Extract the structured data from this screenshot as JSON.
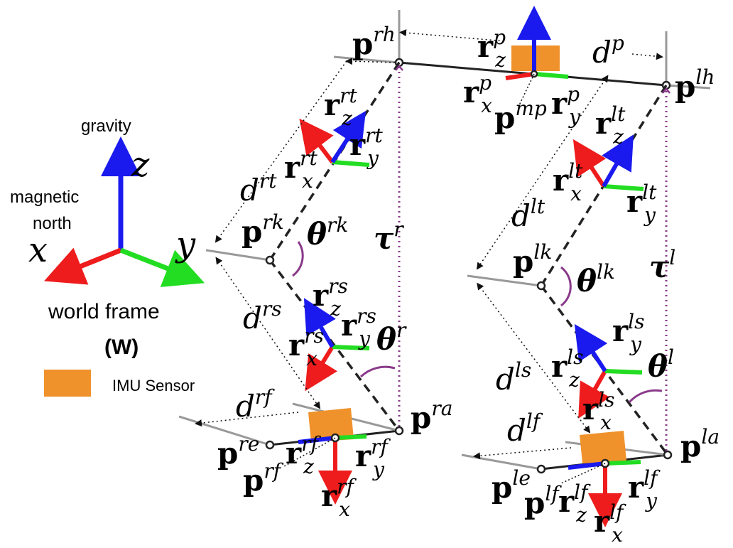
{
  "world_frame": {
    "gravity_label": "gravity",
    "north_label_line1": "magnetic",
    "north_label_line2": "north",
    "axis_z": "z",
    "axis_x": "x",
    "axis_y": "y",
    "title": "world frame",
    "symbol": "(W)"
  },
  "legend": {
    "imu_label": "IMU Sensor",
    "imu_color": "#f0922b"
  },
  "colors": {
    "x_axis": "#ee1c1c",
    "y_axis": "#22dd22",
    "z_axis": "#1a1aee",
    "torso_line": "#8a3a8a",
    "bone_line": "#222222",
    "ground_line": "#999999"
  },
  "labels": {
    "p_rh": {
      "base": "p",
      "sup": "rh"
    },
    "p_lh": {
      "base": "p",
      "sup": "lh"
    },
    "p_mp": {
      "base": "p",
      "sup": "mp"
    },
    "p_rk": {
      "base": "p",
      "sup": "rk"
    },
    "p_lk": {
      "base": "p",
      "sup": "lk"
    },
    "p_ra": {
      "base": "p",
      "sup": "ra"
    },
    "p_la": {
      "base": "p",
      "sup": "la"
    },
    "p_re": {
      "base": "p",
      "sup": "re"
    },
    "p_le": {
      "base": "p",
      "sup": "le"
    },
    "p_rf": {
      "base": "p",
      "sup": "rf"
    },
    "p_lf": {
      "base": "p",
      "sup": "lf"
    },
    "r_pz": {
      "base": "r",
      "sup": "p",
      "sub": "z"
    },
    "r_px": {
      "base": "r",
      "sup": "p",
      "sub": "x"
    },
    "r_py": {
      "base": "r",
      "sup": "p",
      "sub": "y"
    },
    "r_rtz": {
      "base": "r",
      "sup": "rt",
      "sub": "z"
    },
    "r_rty": {
      "base": "r",
      "sup": "rt",
      "sub": "y"
    },
    "r_rtx": {
      "base": "r",
      "sup": "rt",
      "sub": "x"
    },
    "r_ltz": {
      "base": "r",
      "sup": "lt",
      "sub": "z"
    },
    "r_ltx": {
      "base": "r",
      "sup": "lt",
      "sub": "x"
    },
    "r_lty": {
      "base": "r",
      "sup": "lt",
      "sub": "y"
    },
    "r_rsz": {
      "base": "r",
      "sup": "rs",
      "sub": "z"
    },
    "r_rsy": {
      "base": "r",
      "sup": "rs",
      "sub": "y"
    },
    "r_rsx": {
      "base": "r",
      "sup": "rs",
      "sub": "x"
    },
    "r_lsy": {
      "base": "r",
      "sup": "ls",
      "sub": "y"
    },
    "r_lsz": {
      "base": "r",
      "sup": "ls",
      "sub": "z"
    },
    "r_lsx": {
      "base": "r",
      "sup": "ls",
      "sub": "x"
    },
    "r_rfz": {
      "base": "r",
      "sup": "rf",
      "sub": "z"
    },
    "r_rfy": {
      "base": "r",
      "sup": "rf",
      "sub": "y"
    },
    "r_rfx": {
      "base": "r",
      "sup": "rf",
      "sub": "x"
    },
    "r_lfz": {
      "base": "r",
      "sup": "lf",
      "sub": "z"
    },
    "r_lfy": {
      "base": "r",
      "sup": "lf",
      "sub": "y"
    },
    "r_lfx": {
      "base": "r",
      "sup": "lf",
      "sub": "x"
    },
    "d_p": {
      "base": "d",
      "sup": "p"
    },
    "d_rt": {
      "base": "d",
      "sup": "rt"
    },
    "d_lt": {
      "base": "d",
      "sup": "lt"
    },
    "d_rs": {
      "base": "d",
      "sup": "rs"
    },
    "d_ls": {
      "base": "d",
      "sup": "ls"
    },
    "d_rf": {
      "base": "d",
      "sup": "rf"
    },
    "d_lf": {
      "base": "d",
      "sup": "lf"
    },
    "theta_rk": {
      "base": "θ",
      "sup": "rk"
    },
    "theta_lk": {
      "base": "θ",
      "sup": "lk"
    },
    "theta_r": {
      "base": "θ",
      "sup": "r"
    },
    "theta_l": {
      "base": "θ",
      "sup": "l"
    },
    "tau_r": {
      "base": "τ",
      "sup": "r"
    },
    "tau_l": {
      "base": "τ",
      "sup": "l"
    }
  }
}
